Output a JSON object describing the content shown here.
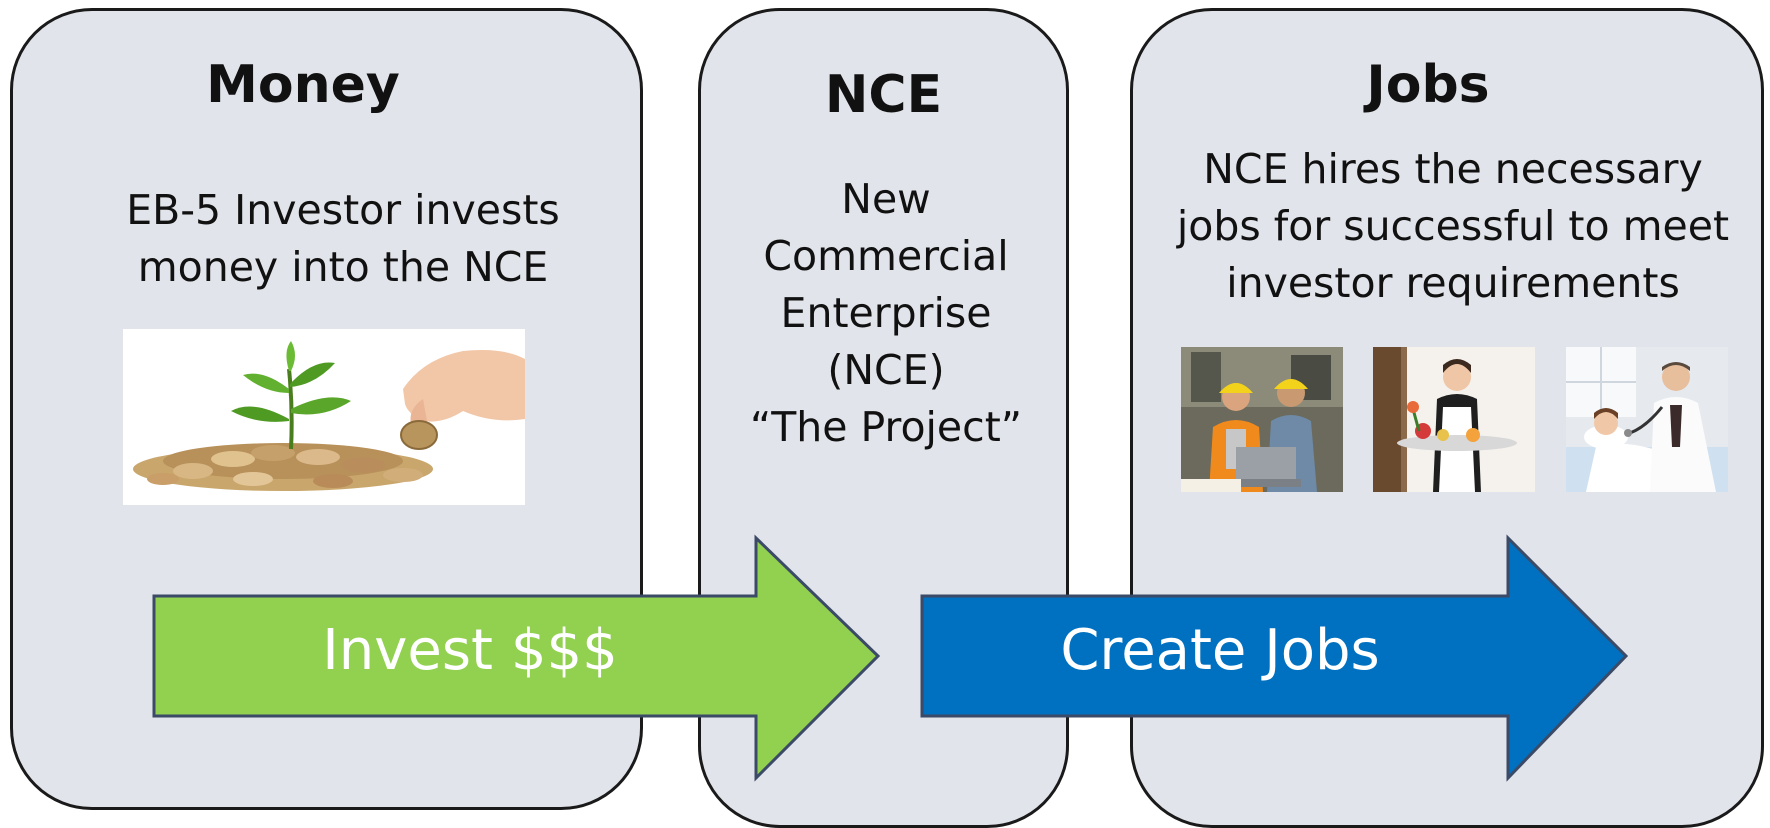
{
  "panels": {
    "money": {
      "title": "Money",
      "text_lines": [
        "EB-5 Investor invests",
        "money into the NCE"
      ]
    },
    "nce": {
      "title": "NCE",
      "text_lines": [
        "New",
        "Commercial",
        "Enterprise",
        "(NCE)",
        "“The Project”"
      ]
    },
    "jobs": {
      "title": "Jobs",
      "text_lines": [
        "NCE hires the necessary",
        "jobs for successful to meet",
        "investor requirements"
      ]
    }
  },
  "arrows": {
    "invest": {
      "label": "Invest $$$",
      "color": "#92d050"
    },
    "create_jobs": {
      "label": "Create Jobs",
      "color": "#0070c0"
    }
  },
  "colors": {
    "panel_fill": "#e1e4ea",
    "panel_border": "#1a1a1a",
    "arrow_border": "#3b4a66"
  },
  "images": {
    "money": "coins-with-plant-photo",
    "jobs": [
      "construction-workers-photo",
      "hotel-waitress-photo",
      "doctor-with-patient-photo"
    ]
  }
}
